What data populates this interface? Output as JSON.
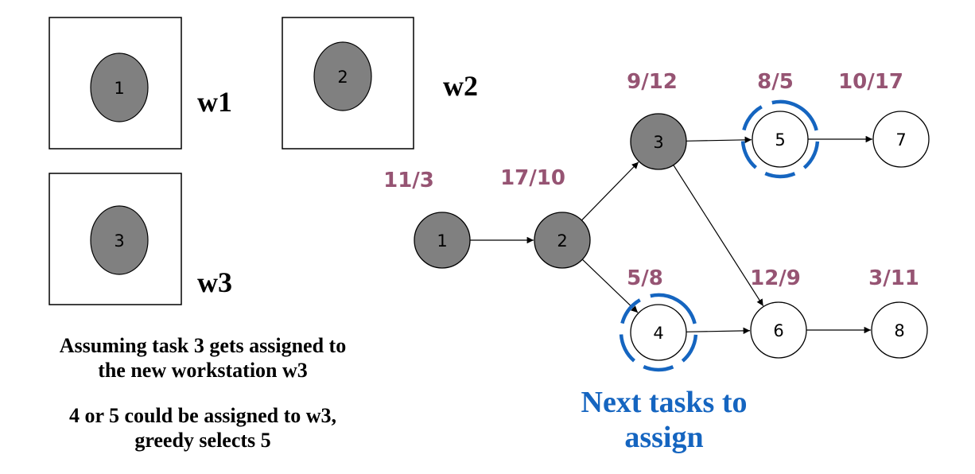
{
  "colors": {
    "assigned_fill": "#808080",
    "unassigned_fill": "#ffffff",
    "metric_text": "#965473",
    "highlight": "#1565c0"
  },
  "workstations": [
    {
      "label": "w1",
      "task": "1"
    },
    {
      "label": "w2",
      "task": "2"
    },
    {
      "label": "w3",
      "task": "3"
    }
  ],
  "nodes": [
    {
      "id": "1",
      "metric": "11/3",
      "assigned": true,
      "highlight": false
    },
    {
      "id": "2",
      "metric": "17/10",
      "assigned": true,
      "highlight": false
    },
    {
      "id": "3",
      "metric": "9/12",
      "assigned": true,
      "highlight": false
    },
    {
      "id": "4",
      "metric": "5/8",
      "assigned": false,
      "highlight": true
    },
    {
      "id": "5",
      "metric": "8/5",
      "assigned": false,
      "highlight": true
    },
    {
      "id": "6",
      "metric": "12/9",
      "assigned": false,
      "highlight": false
    },
    {
      "id": "7",
      "metric": "10/17",
      "assigned": false,
      "highlight": false
    },
    {
      "id": "8",
      "metric": "3/11",
      "assigned": false,
      "highlight": false
    }
  ],
  "edges": [
    {
      "from": "1",
      "to": "2"
    },
    {
      "from": "2",
      "to": "3"
    },
    {
      "from": "2",
      "to": "4"
    },
    {
      "from": "3",
      "to": "5"
    },
    {
      "from": "3",
      "to": "6"
    },
    {
      "from": "5",
      "to": "7"
    },
    {
      "from": "4",
      "to": "6"
    },
    {
      "from": "6",
      "to": "8"
    }
  ],
  "captions": {
    "assumption_line1": "Assuming task 3 gets assigned to",
    "assumption_line2": "the new workstation w3",
    "choice_line1": "4 or 5 could be assigned to w3,",
    "choice_line2": "greedy selects 5"
  },
  "next_tasks": {
    "line1": "Next tasks to",
    "line2": "assign"
  }
}
